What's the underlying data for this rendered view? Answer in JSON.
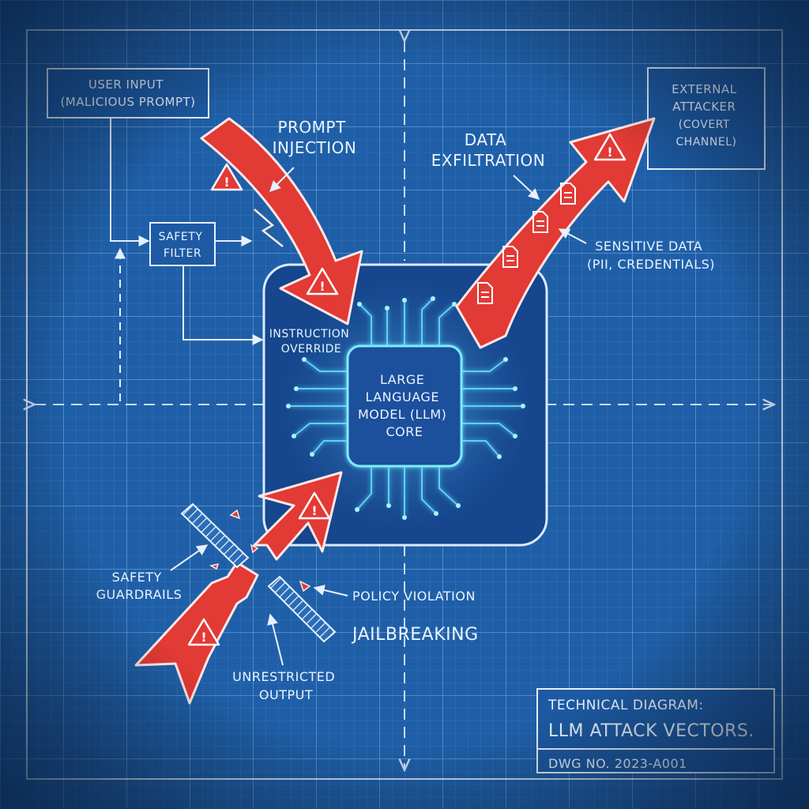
{
  "boxes": {
    "user_input": [
      "USER INPUT",
      "(MALICIOUS PROMPT)"
    ],
    "safety_filter": [
      "SAFETY",
      "FILTER"
    ],
    "external_attacker": [
      "EXTERNAL",
      "ATTACKER",
      "(COVERT",
      "CHANNEL)"
    ],
    "core": [
      "LARGE",
      "LANGUAGE",
      "MODEL (LLM)",
      "CORE"
    ]
  },
  "labels": {
    "prompt_injection": [
      "PROMPT",
      "INJECTION"
    ],
    "data_exfiltration": [
      "DATA",
      "EXFILTRATION"
    ],
    "sensitive_data": [
      "SENSITIVE DATA",
      "(PII, CREDENTIALS)"
    ],
    "instruction_override": [
      "INSTRUCTION",
      "OVERRIDE"
    ],
    "safety_guardrails": [
      "SAFETY",
      "GUARDRAILS"
    ],
    "policy_violation": "POLICY VIOLATION",
    "jailbreaking": "JAILBREAKING",
    "unrestricted_output": [
      "UNRESTRICTED",
      "OUTPUT"
    ]
  },
  "title_block": {
    "line1": "TECHNICAL DIAGRAM:",
    "line2": "LLM ATTACK VECTORS.",
    "dwg": "DWG NO. 2023-A001"
  },
  "colors": {
    "background": "#1f5fa8",
    "grid": "#6fa3d8",
    "line": "#e6f1ff",
    "arrow": "#e53935",
    "glow": "#5fe3ff"
  }
}
